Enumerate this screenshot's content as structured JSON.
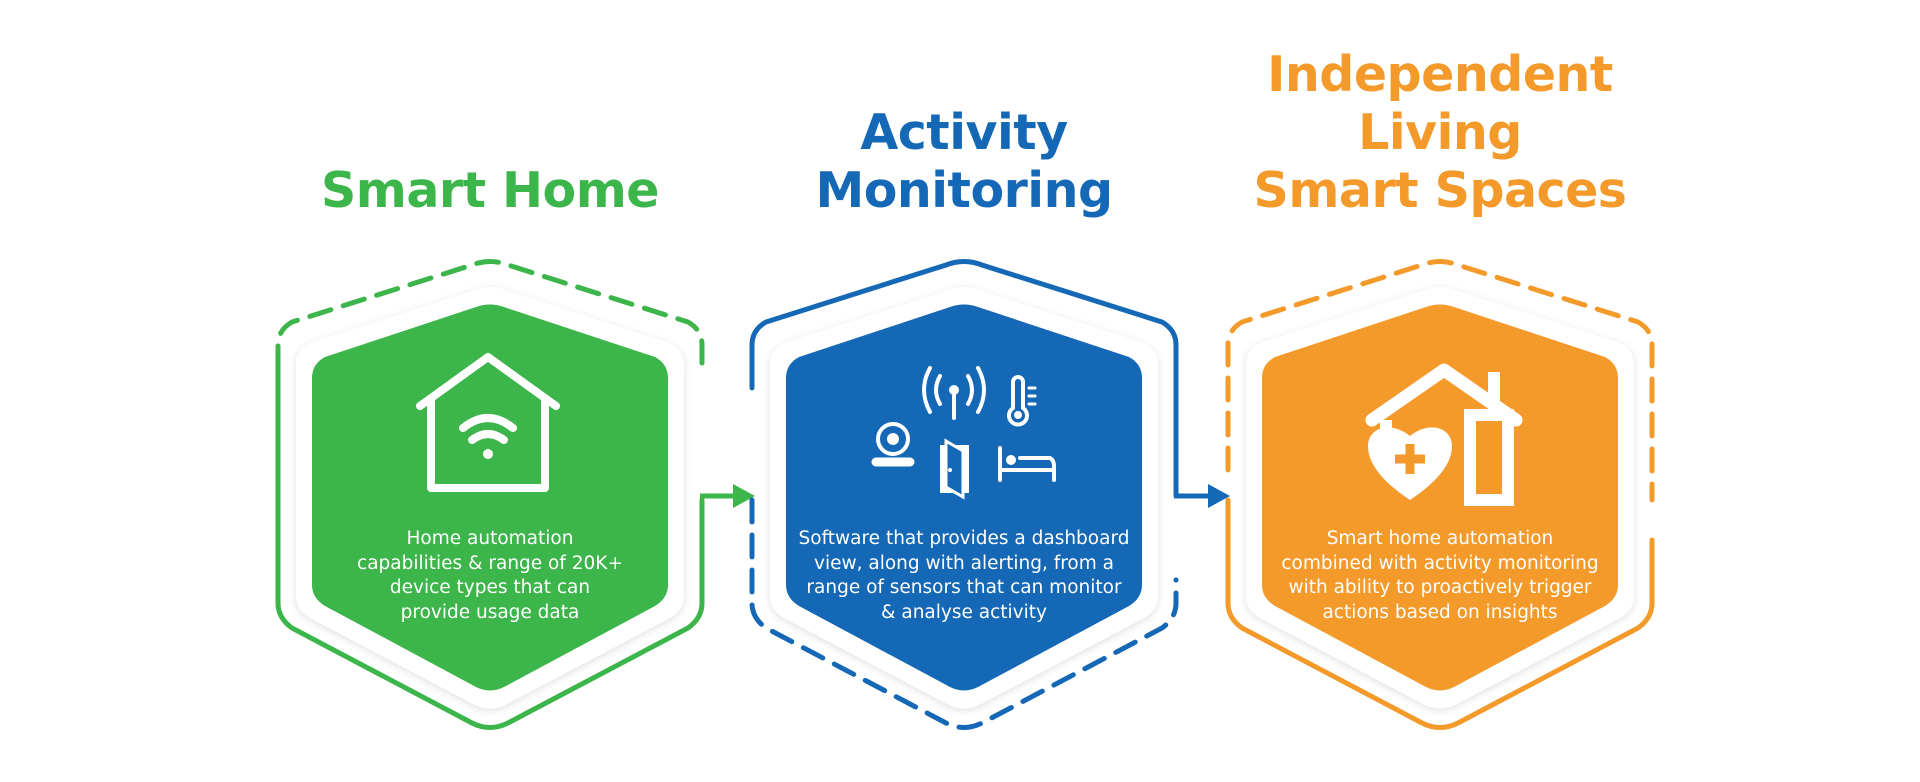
{
  "steps": [
    {
      "title": [
        "Smart Home"
      ],
      "description": [
        "Home automation",
        "capabilities & range of 20K+",
        "device types that can",
        "provide usage data"
      ],
      "color": "#3cb54a",
      "icon": "house-wifi-icon"
    },
    {
      "title": [
        "Activity",
        "Monitoring"
      ],
      "description": [
        "Software that provides a dashboard",
        "view, along with alerting, from a",
        "range of sensors that can monitor",
        "& analyse activity"
      ],
      "color": "#1468b5",
      "icon": "sensors-icon"
    },
    {
      "title": [
        "Independent",
        "Living",
        "Smart Spaces"
      ],
      "description": [
        "Smart home automation",
        "combined with activity monitoring",
        "with ability to proactively trigger",
        "actions based on insights"
      ],
      "color": "#f39a2b",
      "icon": "house-heart-icon"
    }
  ],
  "colors": {
    "green": "#3cb54a",
    "blue": "#1468b5",
    "orange": "#f39a2b",
    "shadow": "#e6e6e6"
  }
}
